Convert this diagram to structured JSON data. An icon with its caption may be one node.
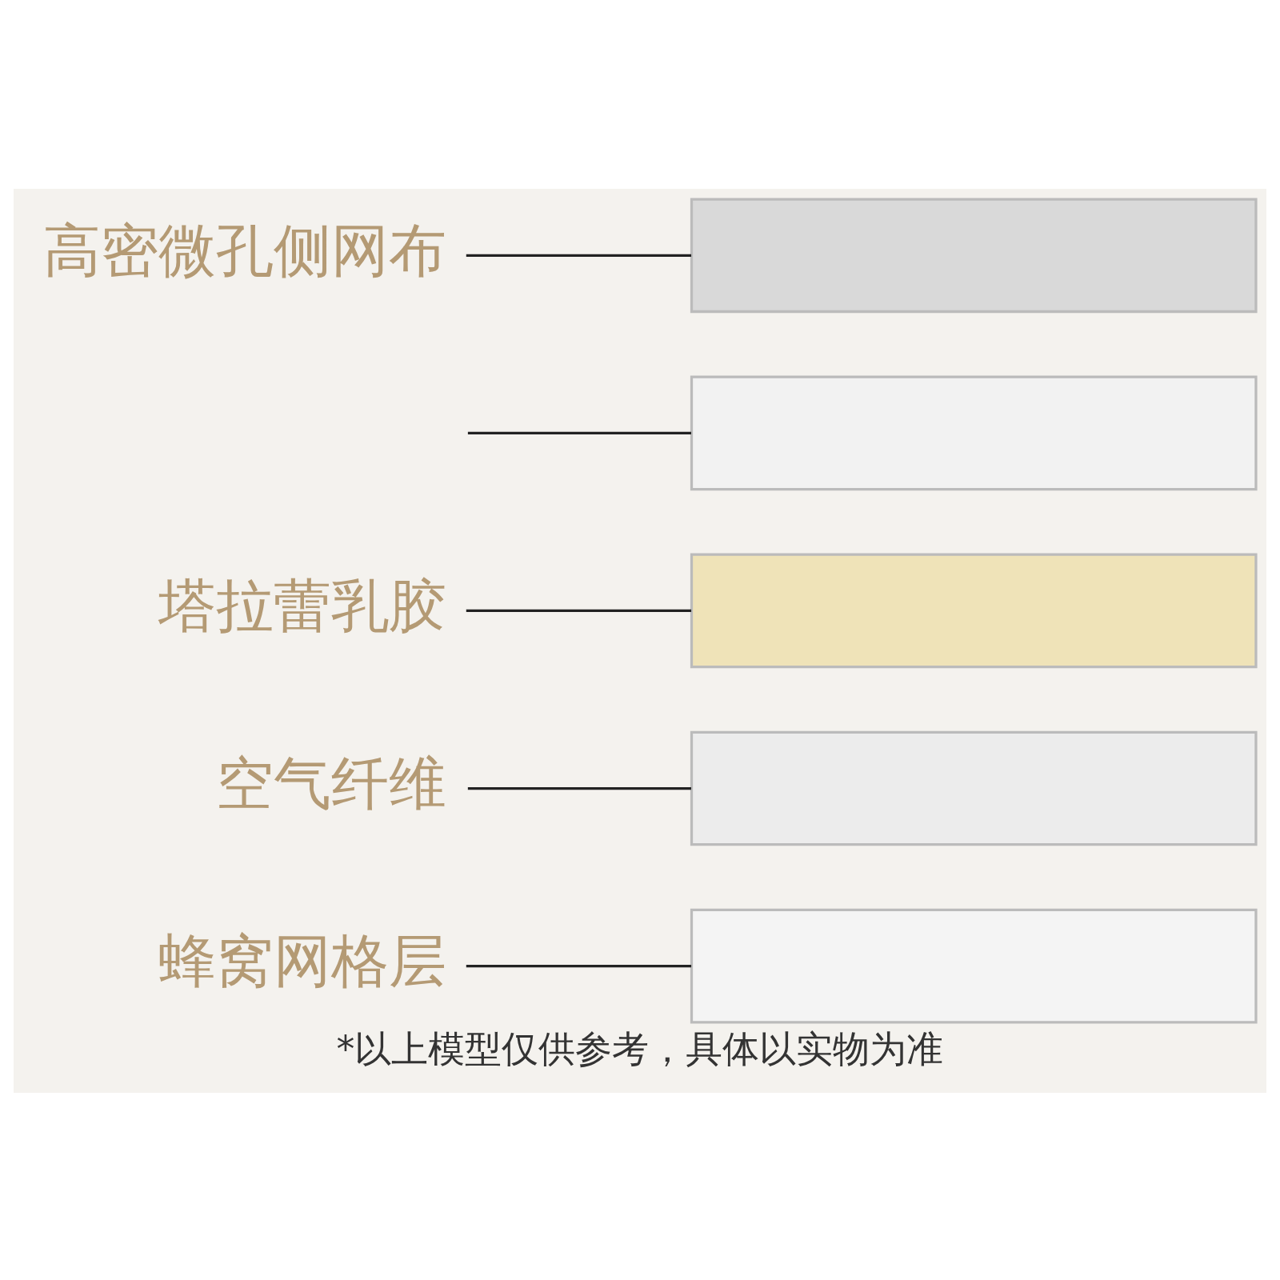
{
  "diagram": {
    "caption": "*以上模型仅供参考，具体以实物为准",
    "nodes": [
      {
        "text": [
          "高密微孔侧网布"
        ]
      },
      {
        "text": [],
        "shape": "box"
      },
      {
        "text": [],
        "shape": "box"
      },
      {
        "text": [
          "塔拉蕾乳胶"
        ]
      },
      {
        "text": [],
        "shape": "box"
      },
      {
        "text": [
          "空气纤维"
        ]
      },
      {
        "text": [],
        "shape": "box"
      },
      {
        "text": [
          "蜂窝网格层"
        ]
      },
      {
        "text": [],
        "shape": "box"
      }
    ],
    "edges": [
      {
        "from": 0,
        "to": 1,
        "arrow": "none"
      },
      {
        "from": null,
        "to": 2,
        "arrow": "none"
      },
      {
        "from": 3,
        "to": 4,
        "arrow": "none"
      },
      {
        "from": 5,
        "to": 6,
        "arrow": "none"
      },
      {
        "from": 7,
        "to": 8,
        "arrow": "none"
      }
    ]
  }
}
